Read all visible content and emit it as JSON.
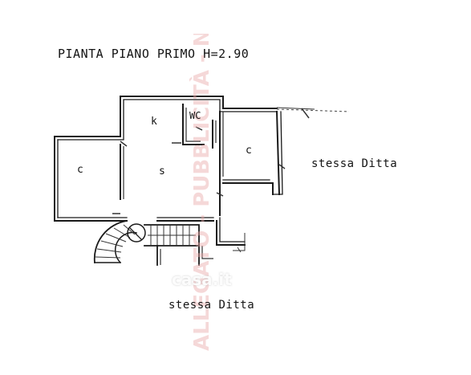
{
  "title": "PIANTA PIANO PRIMO H=2.90",
  "rooms": {
    "kitchen": "k",
    "wc": "WC",
    "room_left": "c",
    "room_right": "c",
    "living": "s"
  },
  "neighbors": {
    "right": "stessa Ditta",
    "bottom": "stessa Ditta"
  },
  "watermark": {
    "vertical_text": "ALLEGATO - PUBBLICITÀ - NOT",
    "brand": "casa.it"
  },
  "colors": {
    "ink": "#1a1a1a",
    "watermark_red": "#e8a9a9"
  }
}
